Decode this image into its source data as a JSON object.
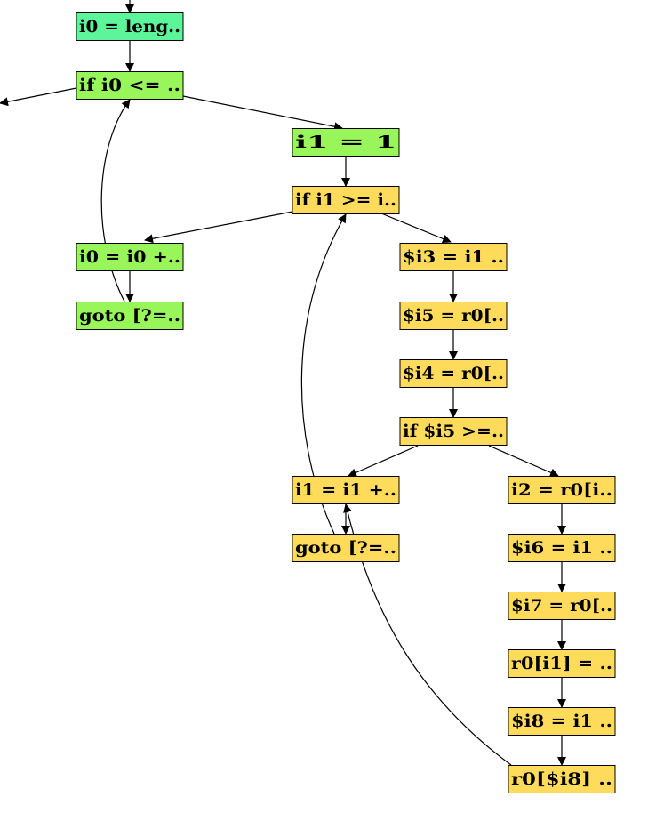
{
  "colors": {
    "teal": "#5cf59a",
    "green": "#98f55a",
    "yellow": "#ffdb5c",
    "border": "#000000",
    "edge": "#000000"
  },
  "nodes": [
    {
      "id": "n_i0_len",
      "label": "i0 = leng..",
      "color": "teal"
    },
    {
      "id": "n_if_i0",
      "label": "if i0 <= ..",
      "color": "green"
    },
    {
      "id": "n_i1_1",
      "label": "i1 = 1",
      "color": "green"
    },
    {
      "id": "n_if_i1",
      "label": "if i1 >= i..",
      "color": "yellow"
    },
    {
      "id": "n_i0_inc",
      "label": "i0 = i0 +..",
      "color": "green"
    },
    {
      "id": "n_goto1",
      "label": "goto [?=..",
      "color": "green"
    },
    {
      "id": "n_i3",
      "label": "$i3 = i1 ..",
      "color": "yellow"
    },
    {
      "id": "n_i5",
      "label": "$i5 = r0[..",
      "color": "yellow"
    },
    {
      "id": "n_i4",
      "label": "$i4 = r0[..",
      "color": "yellow"
    },
    {
      "id": "n_if_i5",
      "label": "if $i5 >=..",
      "color": "yellow"
    },
    {
      "id": "n_i1_inc",
      "label": "i1 = i1 +..",
      "color": "yellow"
    },
    {
      "id": "n_goto2",
      "label": "goto [?=..",
      "color": "yellow"
    },
    {
      "id": "n_i2",
      "label": "i2 = r0[i..",
      "color": "yellow"
    },
    {
      "id": "n_i6",
      "label": "$i6 = i1 ..",
      "color": "yellow"
    },
    {
      "id": "n_i7",
      "label": "$i7 = r0[..",
      "color": "yellow"
    },
    {
      "id": "n_r0_i1",
      "label": "r0[i1] = ..",
      "color": "yellow"
    },
    {
      "id": "n_i8",
      "label": "$i8 = i1 ..",
      "color": "yellow"
    },
    {
      "id": "n_r0_i8",
      "label": "r0[$i8] ..",
      "color": "yellow"
    }
  ],
  "edges": [
    {
      "from": "entry",
      "to": "n_i0_len"
    },
    {
      "from": "n_i0_len",
      "to": "n_if_i0"
    },
    {
      "from": "n_if_i0",
      "to": "exit_left"
    },
    {
      "from": "n_if_i0",
      "to": "n_i1_1"
    },
    {
      "from": "n_i1_1",
      "to": "n_if_i1"
    },
    {
      "from": "n_if_i1",
      "to": "n_i0_inc"
    },
    {
      "from": "n_if_i1",
      "to": "n_i3"
    },
    {
      "from": "n_i0_inc",
      "to": "n_goto1"
    },
    {
      "from": "n_goto1",
      "to": "n_if_i0"
    },
    {
      "from": "n_i3",
      "to": "n_i5"
    },
    {
      "from": "n_i5",
      "to": "n_i4"
    },
    {
      "from": "n_i4",
      "to": "n_if_i5"
    },
    {
      "from": "n_if_i5",
      "to": "n_i1_inc"
    },
    {
      "from": "n_if_i5",
      "to": "n_i2"
    },
    {
      "from": "n_i1_inc",
      "to": "n_goto2"
    },
    {
      "from": "n_goto2",
      "to": "n_if_i1"
    },
    {
      "from": "n_i2",
      "to": "n_i6"
    },
    {
      "from": "n_i6",
      "to": "n_i7"
    },
    {
      "from": "n_i7",
      "to": "n_r0_i1"
    },
    {
      "from": "n_r0_i1",
      "to": "n_i8"
    },
    {
      "from": "n_i8",
      "to": "n_r0_i8"
    },
    {
      "from": "n_r0_i8",
      "to": "n_i1_inc"
    }
  ]
}
